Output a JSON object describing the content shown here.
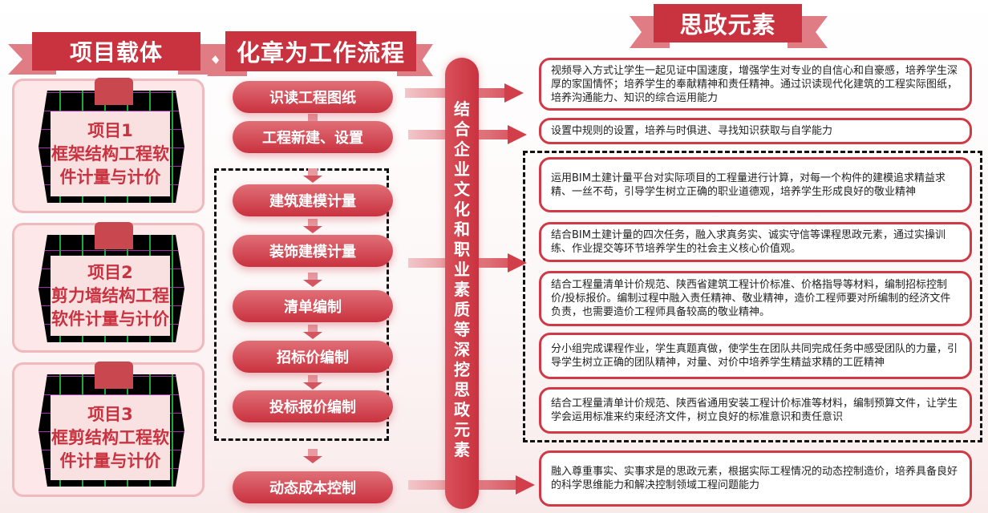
{
  "headers": {
    "carrier": "项目载体",
    "workflow": "化章为工作流程",
    "ideology": "思政元素"
  },
  "projects": [
    {
      "title": "项目1",
      "line1": "框架结构工程软",
      "line2": "件计量与计价"
    },
    {
      "title": "项目2",
      "line1": "剪力墙结构工程",
      "line2": "软件计量与计价"
    },
    {
      "title": "项目3",
      "line1": "框剪结构工程软",
      "line2": "件计量与计价"
    }
  ],
  "steps": [
    "识读工程图纸",
    "工程新建、设置",
    "建筑建模计量",
    "装饰建模计量",
    "清单编制",
    "招标价编制",
    "投标报价编制",
    "动态成本控制"
  ],
  "center_bar": "结合企业文化和职业素质等深挖思政元素",
  "elements": [
    "视频导入方式让学生一起见证中国速度，增强学生对专业的自信心和自豪感，培养学生深厚的家国情怀；培养学生的奉献精神和责任精神。通过识读现代化建筑的工程实际图纸，培养沟通能力、知识的综合运用能力",
    "设置中规则的设置，培养与时俱进、寻找知识获取与自学能力",
    "运用BIM土建计量平台对实际项目的工程量进行计算，对每一个构件的建模追求精益求精、一丝不苟，引导学生树立正确的职业道德观，培养学生形成良好的敬业精神",
    "结合BIM土建计量的四次任务，融入求真务实、诚实守信等课程思政元素，通过实操训练、作业提交等环节培养学生的社会主义核心价值观。",
    "结合工程量清单计价规范、陕西省建筑工程计价标准、价格指导等材料，编制招标控制价/投标报价。编制过程中融入责任精神、敬业精神，造价工程师要对所编制的经济文件负责，也需要造价工程师具备较高的敬业精神。",
    "分小组完成课程作业，学生真题真做，使学生在团队共同完成任务中感受团队的力量，引导学生树立正确的团队精神，对量、对价中培养学生精益求精的工匠精神",
    "结合工程量清单计价规范、陕西省通用安装工程计价标准等材料，编制预算文件，让学生学会运用标准来约束经济文件，树立良好的标准意识和责任意识",
    "融入尊重事实、实事求是的思政元素，根据实际工程情况的动态控制造价，培养具备良好的科学思维能力和解决控制领域工程问题能力"
  ],
  "colors": {
    "accent": "#c9323f",
    "light": "#e07d84"
  }
}
